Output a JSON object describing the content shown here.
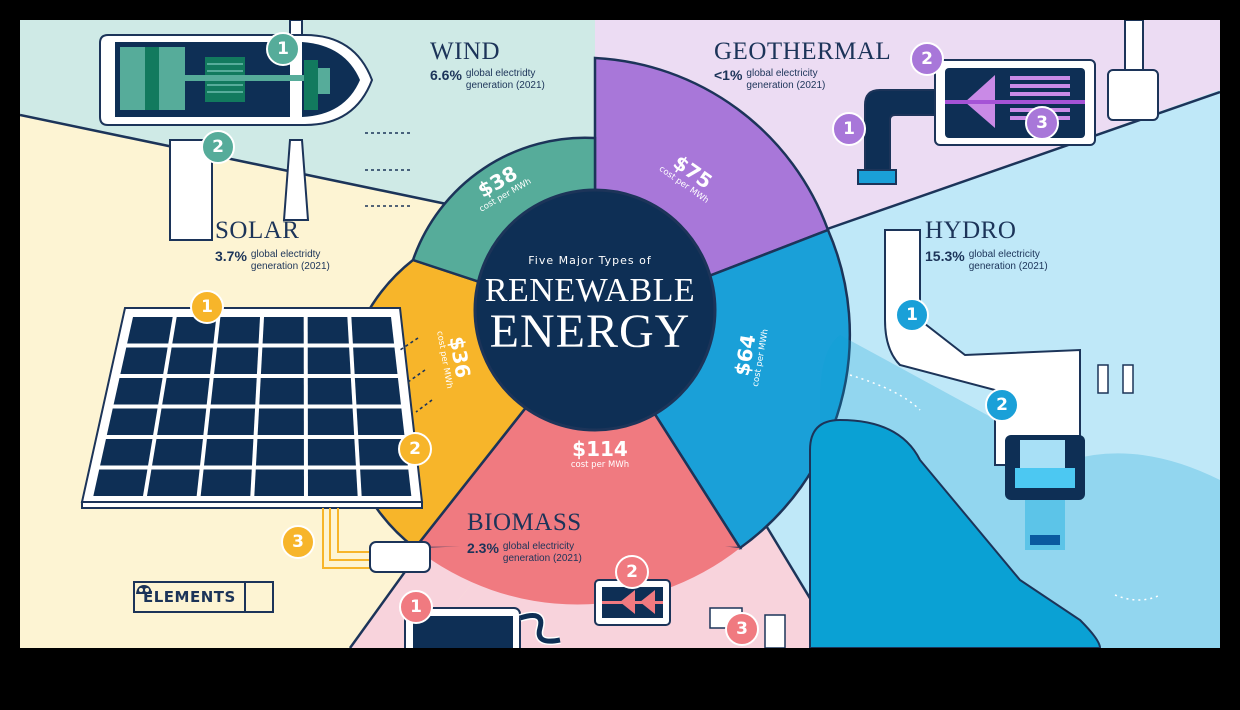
{
  "center": {
    "subtitle": "Five Major Types of",
    "title_line1": "RENEWABLE",
    "title_line2": "ENERGY"
  },
  "cost_unit": "cost per MWh",
  "share_label": "global electricity generation (2021)",
  "sources": [
    {
      "key": "wind",
      "name": "WIND",
      "share": "6.6%",
      "share_desc_line1": "global electridty",
      "share_desc_line2": "generation (2021)",
      "cost": "$38",
      "cost_unit": "cost per MWh",
      "color": "#56ac9a",
      "bg": "#cfeae6",
      "steps": [
        "1",
        "2"
      ]
    },
    {
      "key": "geothermal",
      "name": "GEOTHERMAL",
      "share": "<1%",
      "share_desc_line1": "global electricity",
      "share_desc_line2": "generation (2021)",
      "cost": "$75",
      "cost_unit": "cost per MWh",
      "color": "#a877d9",
      "bg": "#ecdcf3",
      "steps": [
        "1",
        "2",
        "3"
      ]
    },
    {
      "key": "hydro",
      "name": "HYDRO",
      "share": "15.3%",
      "share_desc_line1": "global electricity",
      "share_desc_line2": "generation (2021)",
      "cost": "$64",
      "cost_unit": "cost per MWh",
      "color": "#1aa0d8",
      "bg": "#bfe8f8",
      "steps": [
        "1",
        "2"
      ]
    },
    {
      "key": "biomass",
      "name": "BIOMASS",
      "share": "2.3%",
      "share_desc_line1": "global electricity",
      "share_desc_line2": "generation (2021)",
      "cost": "$114",
      "cost_unit": "cost per MWh",
      "color": "#f07a80",
      "bg": "#f8d3dc",
      "steps": [
        "1",
        "2",
        "3"
      ]
    },
    {
      "key": "solar",
      "name": "SOLAR",
      "share": "3.7%",
      "share_desc_line1": "global electridty",
      "share_desc_line2": "generation (2021)",
      "cost": "$36",
      "cost_unit": "cost per MWh",
      "color": "#f7b52a",
      "bg": "#fdf4d3",
      "steps": [
        "1",
        "2",
        "3"
      ]
    }
  ],
  "brand": {
    "logo_text": "ELEMENTS"
  },
  "colors": {
    "navy": "#0e2f55",
    "outline": "#1c3459"
  }
}
